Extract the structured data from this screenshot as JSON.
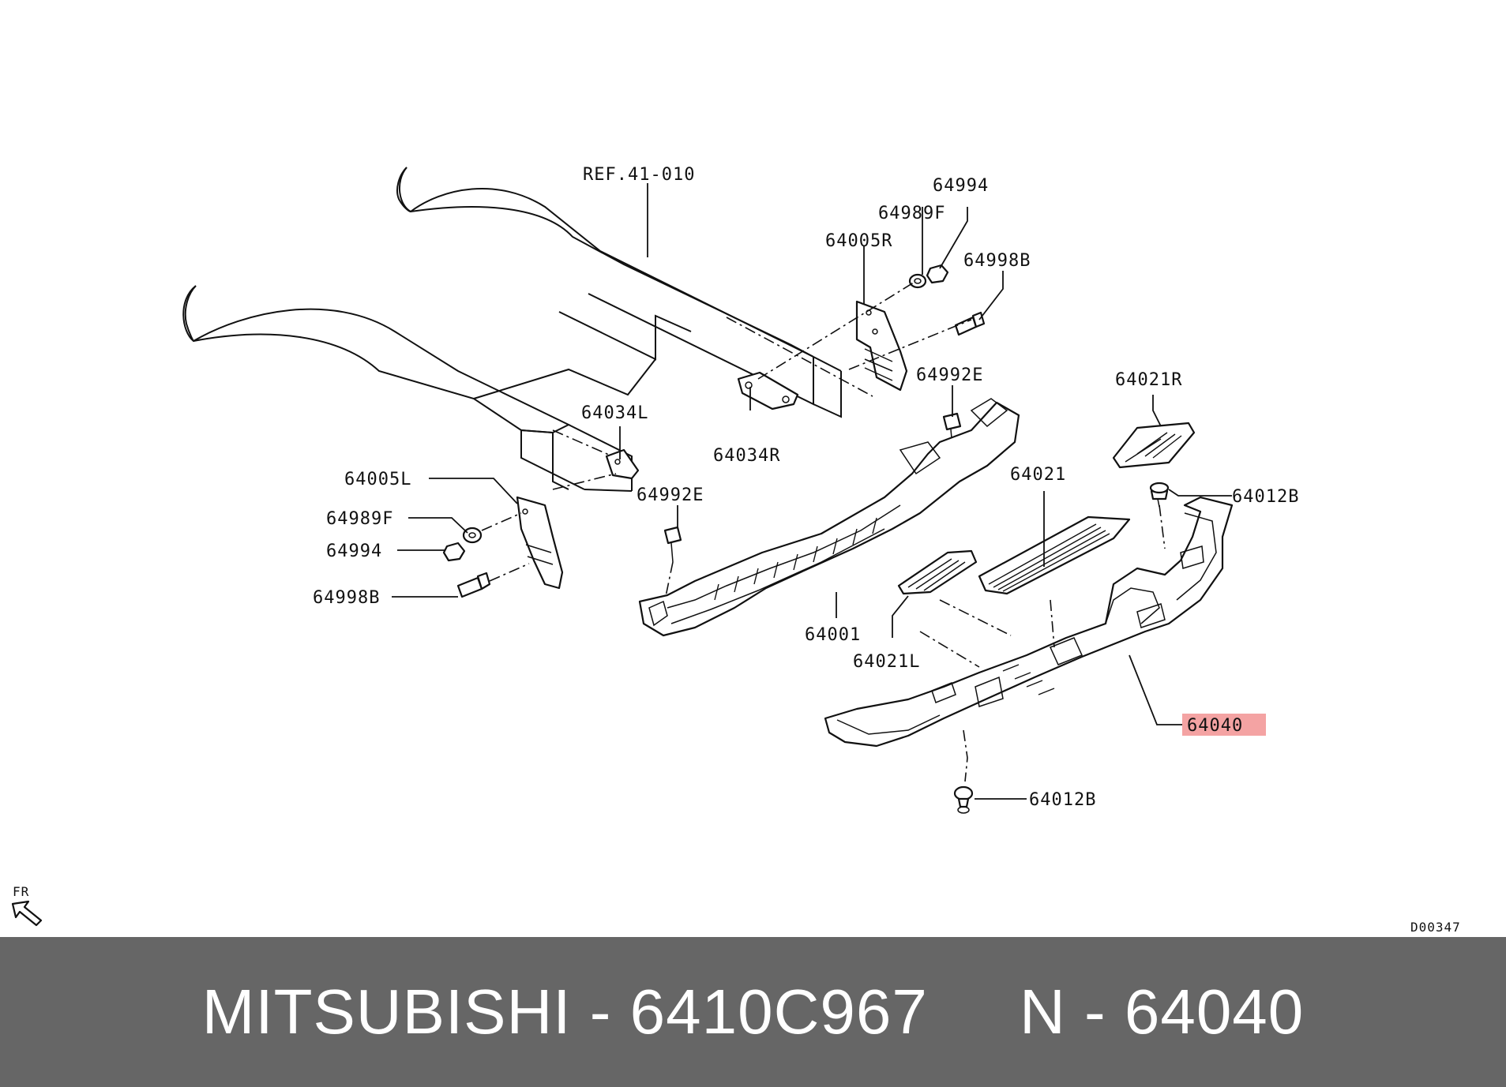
{
  "diagram": {
    "labels": {
      "ref": "REF.41-010",
      "p64994_top": "64994",
      "p64989f_top": "64989F",
      "p64005r": "64005R",
      "p64998b_top": "64998B",
      "p64992e_top": "64992E",
      "p64021r": "64021R",
      "p64034l": "64034L",
      "p64034r": "64034R",
      "p64005l": "64005L",
      "p64989f_left": "64989F",
      "p64994_left": "64994",
      "p64998b_left": "64998B",
      "p64992e_mid": "64992E",
      "p64021": "64021",
      "p64012b_top": "64012B",
      "p64001": "64001",
      "p64021l": "64021L",
      "p64040": "64040",
      "p64012b_bottom": "64012B"
    },
    "direction_marker": "FR",
    "drawing_code": "D00347",
    "highlight_color": "#f4a3a3"
  },
  "footer": {
    "text": "MITSUBISHI - 6410C967     N - 64040"
  }
}
